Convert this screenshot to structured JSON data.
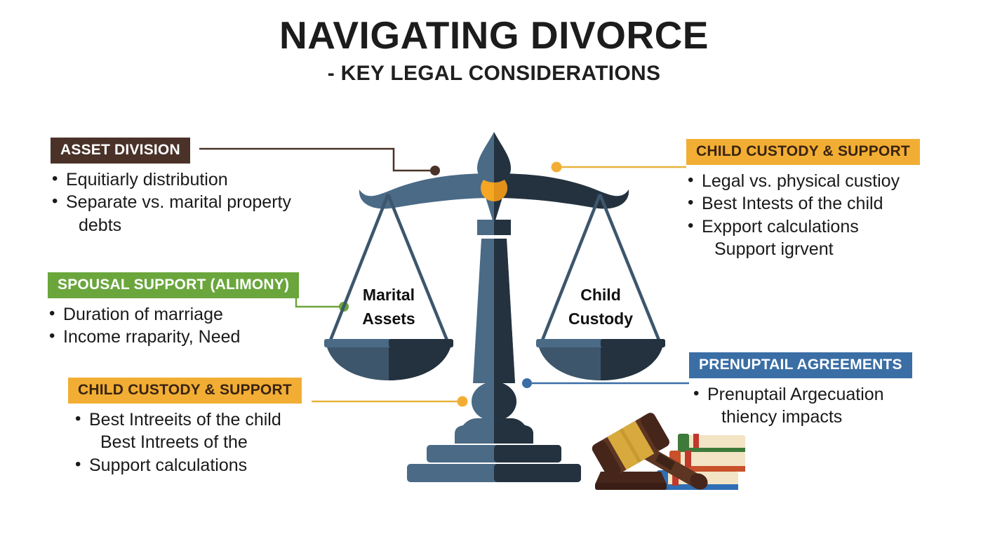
{
  "header": {
    "title": "NAVIGATING DIVORCE",
    "subtitle": "- KEY LEGAL CONSIDERATIONS"
  },
  "callouts": {
    "asset_division": {
      "badge": "ASSET DIVISION",
      "color": "#4a3228",
      "connector_color": "#4a3228",
      "bullets": [
        "Equitiarly distribution",
        "Separate vs. marital property",
        "debts"
      ]
    },
    "spousal_support": {
      "badge": "SPOUSAL SUPPORT (ALIMONY)",
      "color": "#6aa63c",
      "connector_color": "#6aa63c",
      "bullets": [
        "Duration of marriage",
        "Income rraparity, Need"
      ]
    },
    "child_custody_left": {
      "badge": "CHILD CUSTODY & SUPPORT",
      "color": "#f2ae34",
      "connector_color": "#e8b33e",
      "bullets": [
        "Best Intreeits  of the child",
        "Best Intreets of the",
        "Support calculations"
      ]
    },
    "child_custody_right": {
      "badge": "CHILD CUSTODY & SUPPORT",
      "color": "#f2ae34",
      "connector_color": "#e8b33e",
      "bullets": [
        "Legal vs. physical custioy",
        "Best Intests of the child",
        "Expport calculations",
        "Support igrvent"
      ]
    },
    "prenuptial_agreements": {
      "badge": "PRENUPTAIL AGREEMENTS",
      "color": "#3a6ea5",
      "connector_color": "#3a6ea5",
      "bullets": [
        "Prenuptail Argecuation",
        "thiency impacts"
      ]
    }
  },
  "scale": {
    "left_pan_label_line1": "Marital",
    "left_pan_label_line2": "Assets",
    "right_pan_label_line1": "Child",
    "right_pan_label_line2": "Custody",
    "colors": {
      "light": "#4a6a86",
      "dark": "#24323f",
      "mid": "#3d566c",
      "pivot": "#f5a623"
    }
  },
  "gavel": {
    "head_color": "#5c3523",
    "band_color": "#d8a93c",
    "block_color": "#46251a"
  },
  "books": [
    {
      "cover": "#2f6fb5",
      "pages": "#f2e4c4",
      "ribbon": "#c0392b"
    },
    {
      "cover": "#c8502a",
      "pages": "#f2e4c4",
      "ribbon": "#c0392b"
    },
    {
      "cover": "#3e7a3a",
      "pages": "#f2e4c4",
      "ribbon": "#c0392b"
    }
  ]
}
